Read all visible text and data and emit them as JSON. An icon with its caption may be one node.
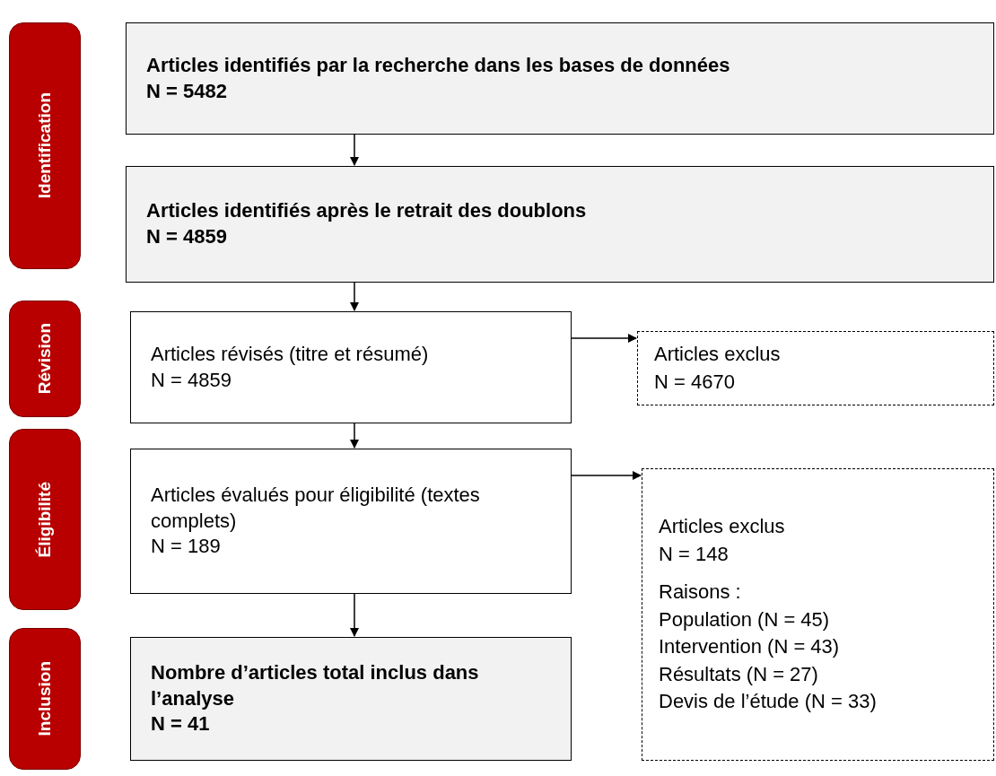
{
  "diagram": {
    "nodes": [
      {
        "text": [
          "Identification"
        ]
      },
      {
        "text": [
          "Révision"
        ]
      },
      {
        "text": [
          "Éligibilité"
        ]
      },
      {
        "text": [
          "Inclusion"
        ]
      },
      {
        "text": [
          "Articles identifiés par la recherche dans les bases de données",
          "N = 5482"
        ]
      },
      {
        "text": [
          "Articles identifiés après le retrait des doublons",
          "N = 4859"
        ]
      },
      {
        "text": [
          "Articles révisés (titre et résumé)",
          "N = 4859"
        ]
      },
      {
        "text": [
          "Articles exclus",
          "N = 4670"
        ]
      },
      {
        "text": [
          "Articles évalués pour éligibilité (textes complets)",
          "N = 189"
        ]
      },
      {
        "text": [
          "Articles exclus",
          "N = 148",
          "Raisons :",
          "Population (N = 45)",
          "Intervention (N = 43)",
          "Résultats (N = 27)",
          "Devis de l’étude (N = 33)"
        ]
      },
      {
        "text": [
          "Nombre d’articles total inclus dans l’analyse",
          "N = 41"
        ]
      }
    ],
    "edges": [
      {
        "from": 4,
        "to": 5,
        "arrow": "to"
      },
      {
        "from": 5,
        "to": 6,
        "arrow": "to"
      },
      {
        "from": 6,
        "to": 7,
        "arrow": "to"
      },
      {
        "from": 6,
        "to": 8,
        "arrow": "to"
      },
      {
        "from": 8,
        "to": 9,
        "arrow": "to"
      },
      {
        "from": 8,
        "to": 10,
        "arrow": "to"
      }
    ]
  }
}
